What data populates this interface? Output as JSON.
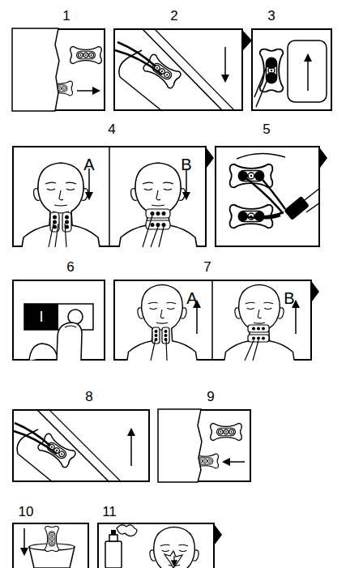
{
  "diagram": {
    "nodes": [
      {
        "text": [
          "1"
        ]
      },
      {
        "text": [
          "2"
        ]
      },
      {
        "text": [
          "3"
        ]
      },
      {
        "text": [
          "4"
        ]
      },
      {
        "text": [
          "A"
        ],
        "in": 3
      },
      {
        "text": [
          "B"
        ],
        "in": 3
      },
      {
        "text": [
          "5"
        ]
      },
      {
        "text": [
          "6"
        ]
      },
      {
        "text": [
          "7"
        ]
      },
      {
        "text": [
          "A"
        ],
        "in": 8
      },
      {
        "text": [
          "B"
        ],
        "in": 8
      },
      {
        "text": [
          "8"
        ]
      },
      {
        "text": [
          "9"
        ]
      },
      {
        "text": [
          "10"
        ]
      },
      {
        "text": [
          "11"
        ]
      }
    ],
    "labels": [
      "I"
    ]
  }
}
